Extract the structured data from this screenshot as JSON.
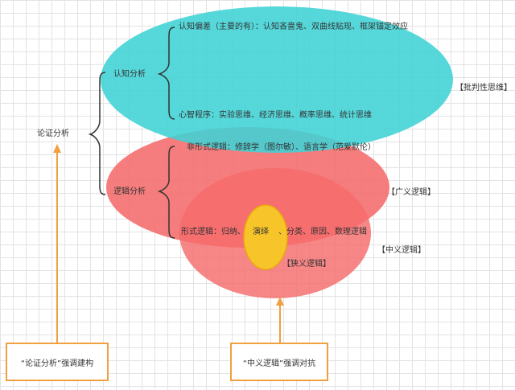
{
  "root_label": "论证分析",
  "cognitive": {
    "title": "认知分析",
    "bias_line": "认知偏差（主要的有）：认知吝啬鬼、双曲线贴现、框架锚定效应",
    "mind_line": "心智程序：实验思维、经济思维、概率思维、统计思维",
    "tag": "【批判性思维】"
  },
  "logic": {
    "title": "逻辑分析",
    "informal_line": "非形式逻辑：修辞学（图尔敏）、语言学（范爱默伦）",
    "formal_line_a": "形式逻辑：归纳、",
    "formal_line_deduction": "演绎",
    "formal_line_b": "、分类、原因、数理逻辑",
    "tag_broad": "【广义逻辑】",
    "tag_middle": "【中义逻辑】",
    "tag_narrow": "【狭义逻辑】"
  },
  "notes": {
    "left": "“论证分析”强调建构",
    "right": "“中义逻辑”强调对抗"
  },
  "colors": {
    "cyan": "#55d6d8",
    "red": "#f56b6b",
    "yellow": "#f7c52a",
    "orange": "#f0a040"
  }
}
